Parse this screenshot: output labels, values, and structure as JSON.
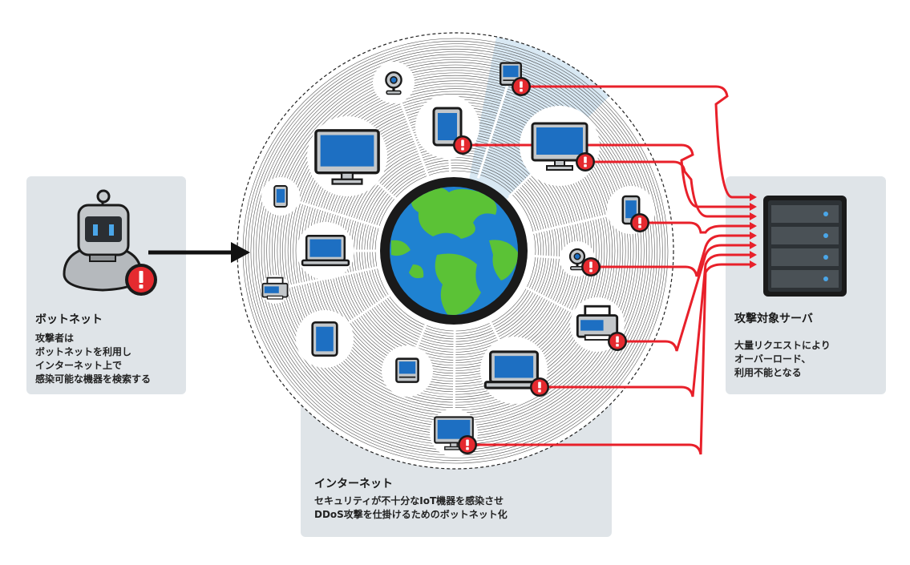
{
  "botnet": {
    "title": "ボットネット",
    "lines": [
      "攻撃者は",
      "ボットネットを利用し",
      "インターネット上で",
      "感染可能な機器を検索する"
    ]
  },
  "internet": {
    "title": "インターネット",
    "lines": [
      "セキュリティが不十分なIoT機器を感染させ",
      "DDoS攻撃を仕掛けるためのボットネット化"
    ]
  },
  "target": {
    "title": "攻撃対象サーバ",
    "lines": [
      "大量リクエストにより",
      "オーバーロード、",
      "利用不能となる"
    ]
  },
  "colors": {
    "attack_line": "#e8202a",
    "panel_bg": "#dfe4e8",
    "screen_blue": "#1d6fc2",
    "globe_ocean": "#1f82d1",
    "globe_land": "#5bc236",
    "alert_red": "#e52a2f"
  },
  "devices": {
    "infected": [
      "desktop-mini-top",
      "tablet",
      "desktop-monitor-right",
      "smartphone-right",
      "webcam-right",
      "printer",
      "laptop-bottom-right",
      "desktop-monitor-bottom"
    ],
    "clean": [
      "webcam-top",
      "desktop-monitor-large",
      "smartphone-small-left",
      "laptop-left",
      "printer-small-left",
      "tablet-left",
      "desktop-mini-bottom"
    ]
  }
}
